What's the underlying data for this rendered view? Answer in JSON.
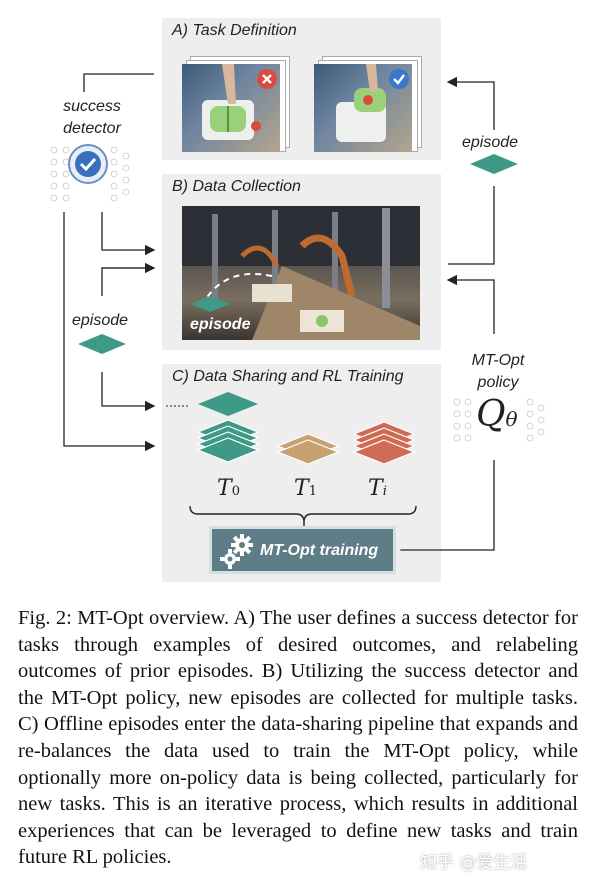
{
  "panels": {
    "a_title": "A) Task Definition",
    "b_title": "B) Data Collection",
    "c_title": "C) Data Sharing and RL Training"
  },
  "labels": {
    "success_detector": "success\ndetector",
    "episode_right": "episode",
    "episode_left": "episode",
    "episode_photo": "episode",
    "mt_opt_policy": "MT-Opt\npolicy",
    "q_symbol": "Q",
    "q_sub": "θ",
    "t0": "T",
    "t0_sub": "0",
    "t1": "T",
    "t1_sub": "1",
    "ti": "T",
    "ti_sub": "i",
    "training": "MT-Opt training"
  },
  "colors": {
    "teal": "#3e9a87",
    "tan": "#c7a070",
    "red": "#cf6a55",
    "training_box": "#5e7d86",
    "panel_bg": "#eeeeee"
  },
  "icons": {
    "fail": "red-x-badge",
    "success": "blue-check-badge",
    "gears": "gear-icon"
  },
  "caption": {
    "fig": "Fig. 2:",
    "text": "MT-Opt overview. A) The user defines a success detector for tasks through examples of desired outcomes, and relabeling outcomes of prior episodes. B) Utilizing the success detector and the MT-Opt policy, new episodes are collected for multiple tasks. C) Offline episodes enter the data-sharing pipeline that expands and re-balances the data used to train the MT-Opt policy, while optionally more on-policy data is being collected, particularly for new tasks. This is an iterative process, which results in additional experiences that can be leveraged to define new tasks and train future RL policies."
  },
  "watermark": "知乎 @爱生活"
}
